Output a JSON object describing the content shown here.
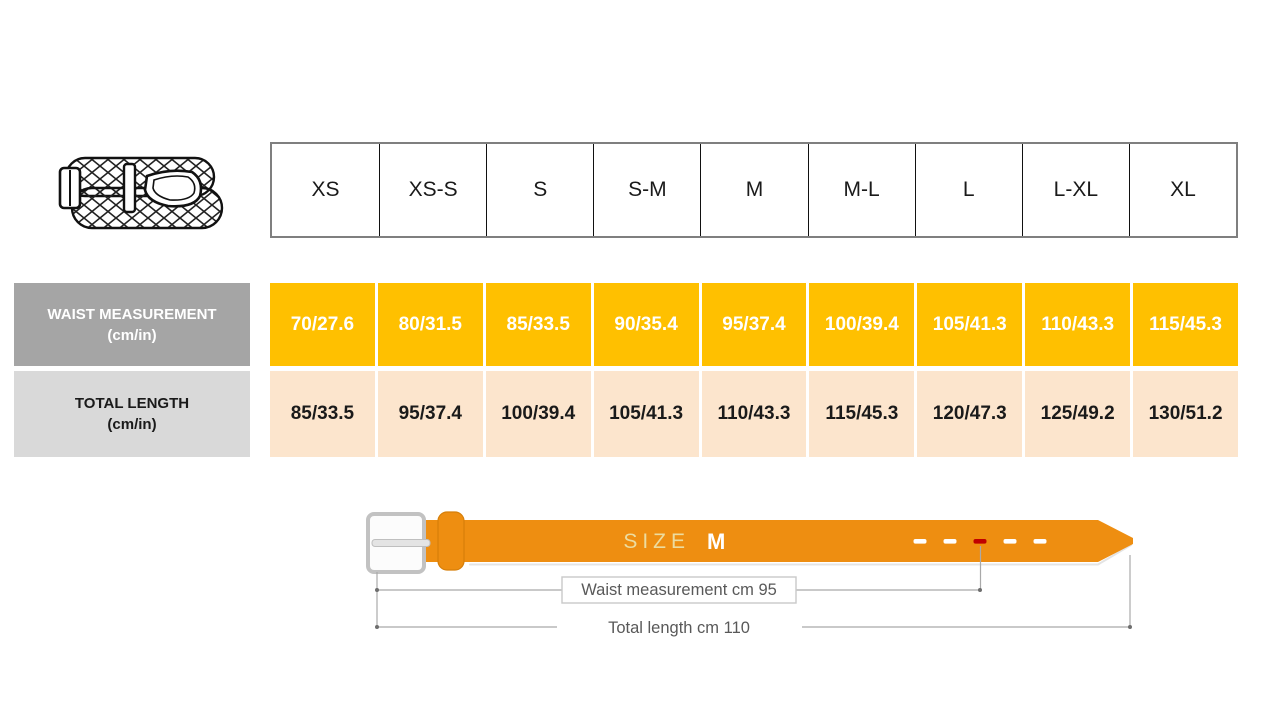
{
  "header": {
    "sizes": [
      "XS",
      "XS-S",
      "S",
      "S-M",
      "M",
      "M-L",
      "L",
      "L-XL",
      "XL"
    ]
  },
  "waist_row": {
    "label": "WAIST MEASUREMENT",
    "unit": "(cm/in)",
    "values": [
      "70/27.6",
      "80/31.5",
      "85/33.5",
      "90/35.4",
      "95/37.4",
      "100/39.4",
      "105/41.3",
      "110/43.3",
      "115/45.3"
    ]
  },
  "length_row": {
    "label": "TOTAL LENGTH",
    "unit": "(cm/in)",
    "values": [
      "85/33.5",
      "95/37.4",
      "100/39.4",
      "105/41.3",
      "110/43.3",
      "115/45.3",
      "120/47.3",
      "125/49.2",
      "130/51.2"
    ]
  },
  "diagram": {
    "size_prefix": "SIZE",
    "size_value": "M",
    "waist_label": "Waist measurement cm 95",
    "length_label": "Total length cm 110"
  },
  "icons": {
    "belt_icon": "braided-belt-icon"
  },
  "colors": {
    "waist_cell": "#FFC000",
    "length_cell": "#FCE5CD",
    "waist_header_bg": "#A5A5A5",
    "length_header_bg": "#D9D9D9",
    "belt": "#EE8E11",
    "marked_hole": "#C00000"
  },
  "chart_data": {
    "type": "table",
    "columns": [
      "XS",
      "XS-S",
      "S",
      "S-M",
      "M",
      "M-L",
      "L",
      "L-XL",
      "XL"
    ],
    "rows": [
      {
        "label": "WAIST MEASUREMENT (cm/in)",
        "values": [
          "70/27.6",
          "80/31.5",
          "85/33.5",
          "90/35.4",
          "95/37.4",
          "100/39.4",
          "105/41.3",
          "110/43.3",
          "115/45.3"
        ]
      },
      {
        "label": "TOTAL LENGTH (cm/in)",
        "values": [
          "85/33.5",
          "95/37.4",
          "100/39.4",
          "105/41.3",
          "110/43.3",
          "115/45.3",
          "120/47.3",
          "125/49.2",
          "130/51.2"
        ]
      }
    ],
    "annotations": [
      "SIZE M",
      "Waist measurement cm 95",
      "Total length cm 110"
    ]
  }
}
